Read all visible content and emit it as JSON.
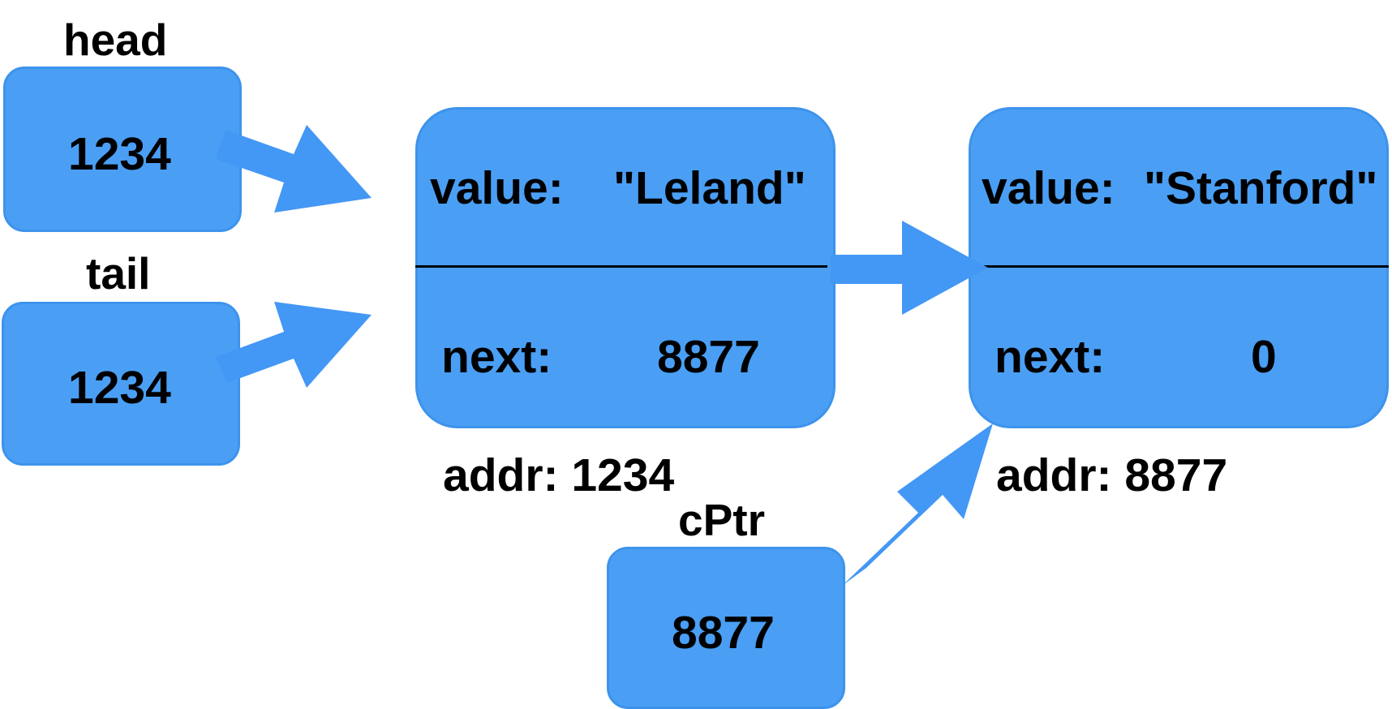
{
  "pointers": {
    "head": {
      "label": "head",
      "value": "1234"
    },
    "tail": {
      "label": "tail",
      "value": "1234"
    },
    "cptr": {
      "label": "cPtr",
      "value": "8877"
    }
  },
  "nodes": [
    {
      "value_key": "value:",
      "value": "\"Leland\"",
      "next_key": "next:",
      "next": "8877",
      "addr": "addr: 1234"
    },
    {
      "value_key": "value:",
      "value": "\"Stanford\"",
      "next_key": "next:",
      "next": "0",
      "addr": "addr: 8877"
    }
  ],
  "colors": {
    "box_fill": "#4a9ff5",
    "arrow_fill": "#4397f5",
    "text": "#000000"
  }
}
